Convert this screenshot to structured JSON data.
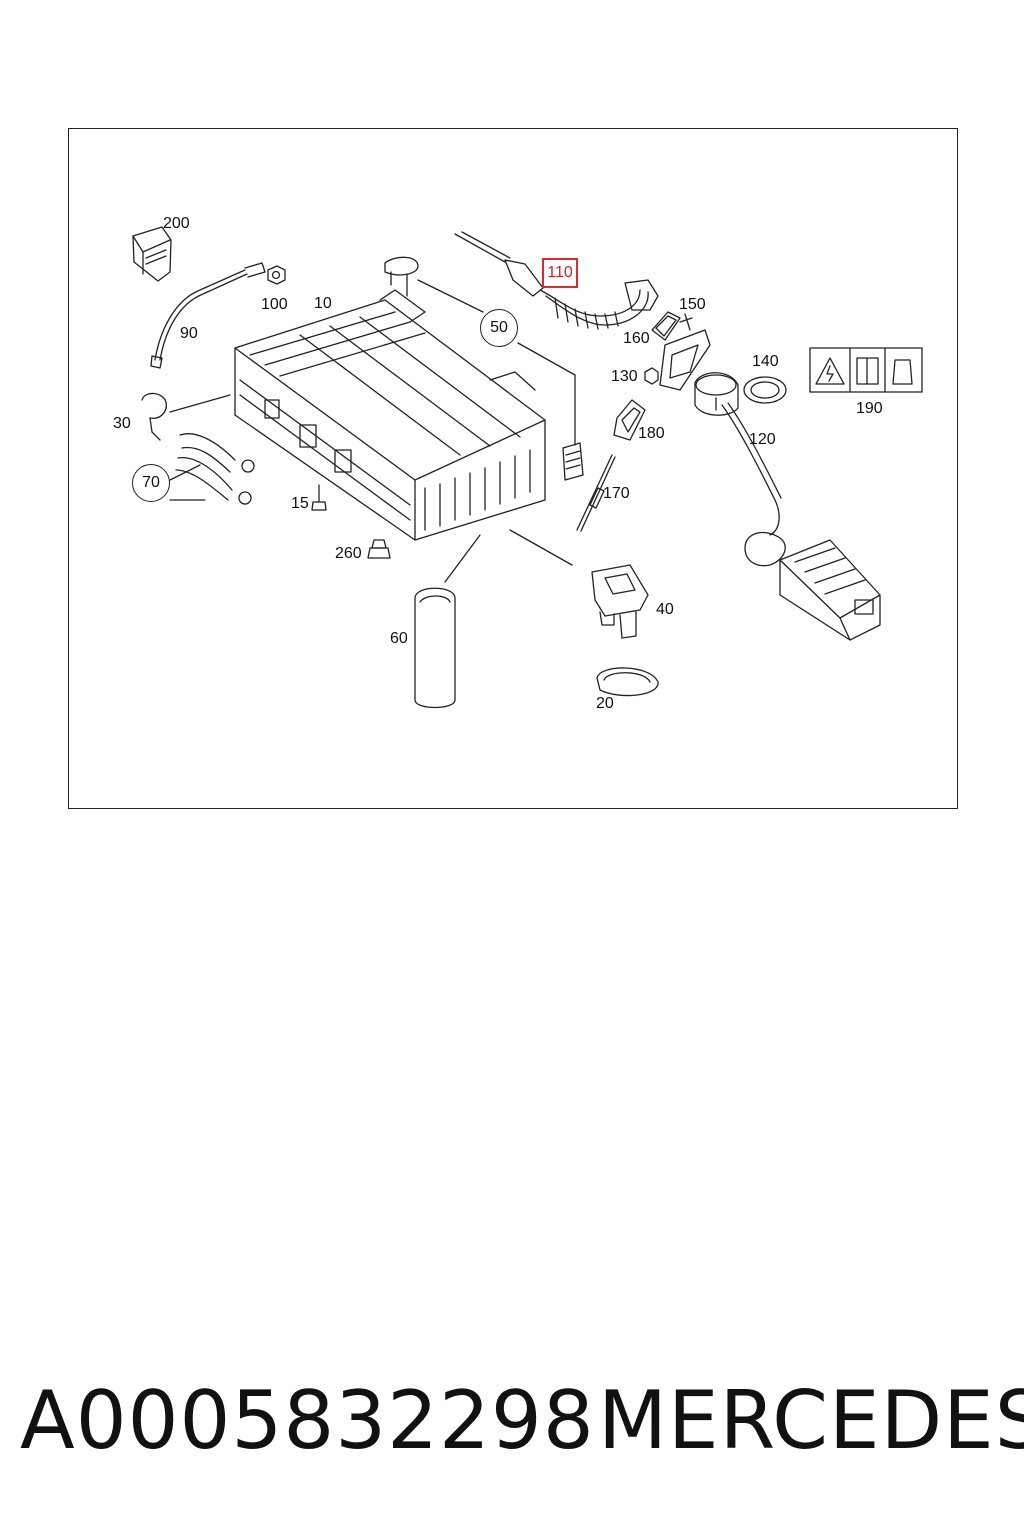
{
  "callouts": {
    "c200": "200",
    "c100": "100",
    "c10": "10",
    "c90": "90",
    "c50": "50",
    "c110": "110",
    "c150": "150",
    "c160": "160",
    "c130": "130",
    "c140": "140",
    "c190": "190",
    "c30": "30",
    "c70": "70",
    "c180": "180",
    "c120": "120",
    "c15": "15",
    "c170": "170",
    "c260": "260",
    "c40": "40",
    "c60": "60",
    "c20": "20"
  },
  "highlighted_callout": "110",
  "footer": {
    "part_number": "A0005832298",
    "brand": "MERCEDES"
  },
  "colors": {
    "highlight": "#e0282e",
    "line": "#222222"
  }
}
